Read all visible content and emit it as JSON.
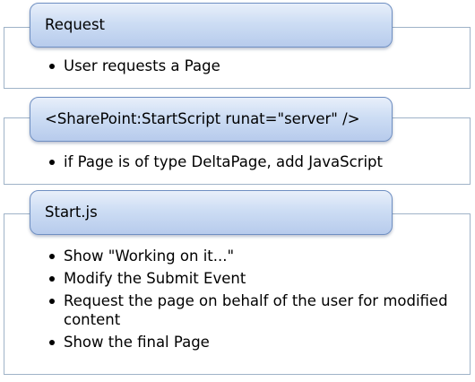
{
  "steps": [
    {
      "title": "Request",
      "bullets": [
        "User requests a Page"
      ]
    },
    {
      "title": "<SharePoint:StartScript runat=\"server\"  />",
      "bullets": [
        "if Page is of type DeltaPage, add JavaScript"
      ]
    },
    {
      "title": "Start.js",
      "bullets": [
        "Show \"Working on it...\"",
        "Modify the Submit Event",
        "Request the page on behalf of the user for modified content",
        "Show the final Page"
      ]
    }
  ],
  "colors": {
    "header_top": "#e8effa",
    "header_bottom": "#b7cbec",
    "header_border": "#6f8fc2",
    "panel_border": "#9fb3c8"
  }
}
